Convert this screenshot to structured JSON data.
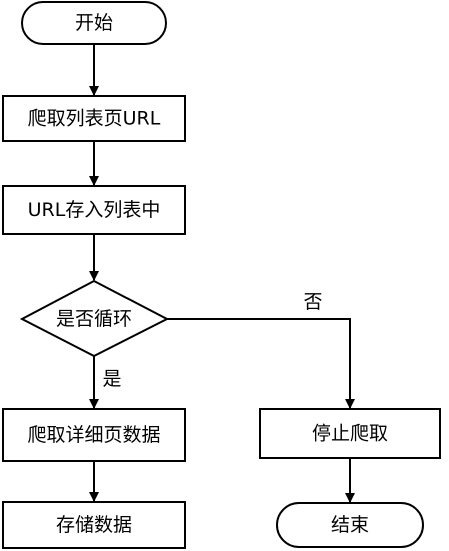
{
  "nodes": {
    "start": "开始",
    "crawl_list_url": "爬取列表页URL",
    "store_url": "URL存入列表中",
    "loop_decision": "是否循环",
    "crawl_detail": "爬取详细页数据",
    "store_data": "存储数据",
    "stop_crawl": "停止爬取",
    "end": "结束"
  },
  "edges": {
    "yes_label": "是",
    "no_label": "否"
  }
}
